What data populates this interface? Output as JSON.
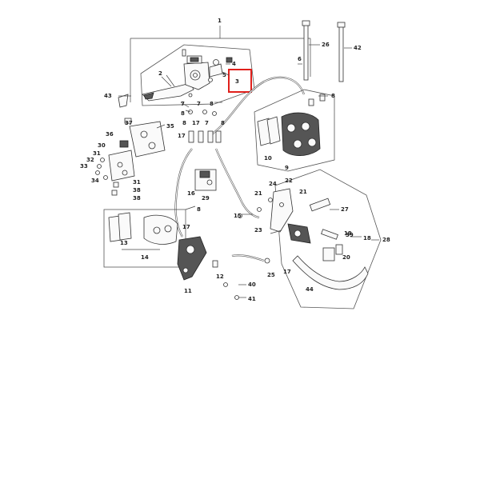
{
  "highlight_color": "#e0201b",
  "highlighted_callout": "3",
  "callouts": [
    {
      "id": "c1",
      "text": "1"
    },
    {
      "id": "c2",
      "text": "2"
    },
    {
      "id": "c3",
      "text": "3"
    },
    {
      "id": "c4",
      "text": "4"
    },
    {
      "id": "c5",
      "text": "5"
    },
    {
      "id": "c6",
      "text": "6"
    },
    {
      "id": "c7a",
      "text": "7"
    },
    {
      "id": "c7b",
      "text": "7"
    },
    {
      "id": "c7c",
      "text": "7"
    },
    {
      "id": "c8a",
      "text": "8"
    },
    {
      "id": "c8b",
      "text": "8"
    },
    {
      "id": "c8c",
      "text": "8"
    },
    {
      "id": "c8d",
      "text": "8"
    },
    {
      "id": "c8e",
      "text": "8"
    },
    {
      "id": "c8f",
      "text": "8"
    },
    {
      "id": "c9",
      "text": "9"
    },
    {
      "id": "c10",
      "text": "10"
    },
    {
      "id": "c11",
      "text": "11"
    },
    {
      "id": "c12",
      "text": "12"
    },
    {
      "id": "c13",
      "text": "13"
    },
    {
      "id": "c14",
      "text": "14"
    },
    {
      "id": "c15",
      "text": "15"
    },
    {
      "id": "c16",
      "text": "16"
    },
    {
      "id": "c17a",
      "text": "17"
    },
    {
      "id": "c17b",
      "text": "17"
    },
    {
      "id": "c17c",
      "text": "17"
    },
    {
      "id": "c17d",
      "text": "17"
    },
    {
      "id": "c18",
      "text": "18"
    },
    {
      "id": "c19",
      "text": "19"
    },
    {
      "id": "c20",
      "text": "20"
    },
    {
      "id": "c21a",
      "text": "21"
    },
    {
      "id": "c21b",
      "text": "21"
    },
    {
      "id": "c22",
      "text": "22"
    },
    {
      "id": "c23",
      "text": "23"
    },
    {
      "id": "c24",
      "text": "24"
    },
    {
      "id": "c25",
      "text": "25"
    },
    {
      "id": "c26",
      "text": "26"
    },
    {
      "id": "c27",
      "text": "27"
    },
    {
      "id": "c28",
      "text": "28"
    },
    {
      "id": "c29",
      "text": "29"
    },
    {
      "id": "c30",
      "text": "30"
    },
    {
      "id": "c31a",
      "text": "31"
    },
    {
      "id": "c31b",
      "text": "31"
    },
    {
      "id": "c32",
      "text": "32"
    },
    {
      "id": "c33",
      "text": "33"
    },
    {
      "id": "c34",
      "text": "34"
    },
    {
      "id": "c35",
      "text": "35"
    },
    {
      "id": "c36",
      "text": "36"
    },
    {
      "id": "c37",
      "text": "37"
    },
    {
      "id": "c38a",
      "text": "38"
    },
    {
      "id": "c38b",
      "text": "38"
    },
    {
      "id": "c39",
      "text": "39"
    },
    {
      "id": "c40",
      "text": "40"
    },
    {
      "id": "c41",
      "text": "41"
    },
    {
      "id": "c42",
      "text": "42"
    },
    {
      "id": "c43",
      "text": "43"
    },
    {
      "id": "c44",
      "text": "44"
    }
  ]
}
